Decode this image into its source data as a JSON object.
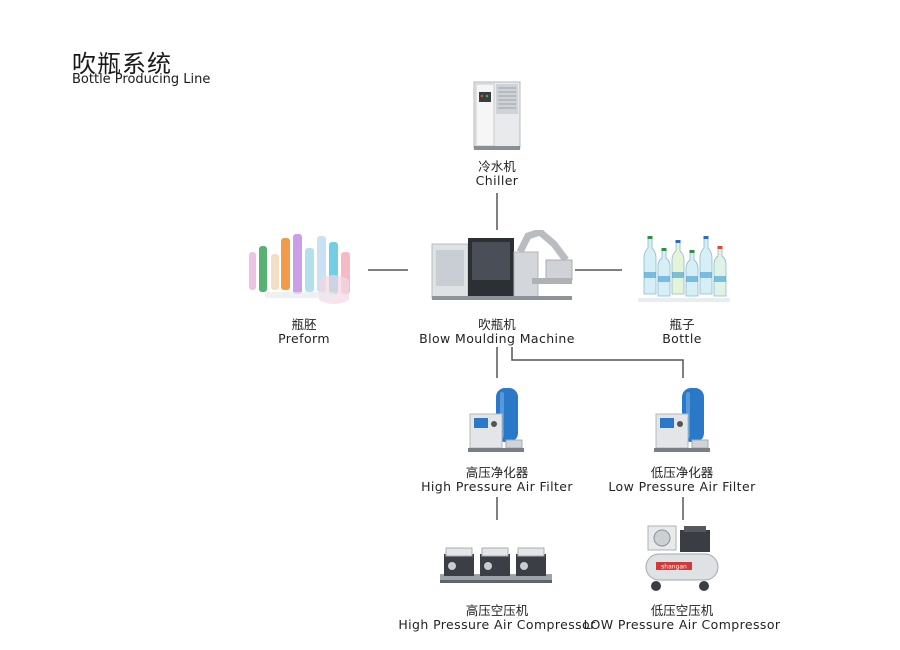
{
  "title": {
    "zh": "吹瓶系统",
    "en": "Bottle Producing Line"
  },
  "nodes": {
    "chiller": {
      "zh": "冷水机",
      "en": "Chiller"
    },
    "preform": {
      "zh": "瓶胚",
      "en": "Preform"
    },
    "blow_machine": {
      "zh": "吹瓶机",
      "en": "Blow Moulding Machine"
    },
    "bottle": {
      "zh": "瓶子",
      "en": "Bottle"
    },
    "hp_filter": {
      "zh": "高压净化器",
      "en": "High Pressure Air Filter"
    },
    "lp_filter": {
      "zh": "低压净化器",
      "en": "Low Pressure Air Filter"
    },
    "hp_compressor": {
      "zh": "高压空压机",
      "en": "High Pressure Air Compressor"
    },
    "lp_compressor": {
      "zh": "低压空压机",
      "en": "LOW Pressure Air Compressor"
    }
  },
  "compressor_brand": "shangan",
  "colors": {
    "line": "#555555",
    "accent_blue": "#2a78c8",
    "machine_grey": "#d9dcdf"
  }
}
